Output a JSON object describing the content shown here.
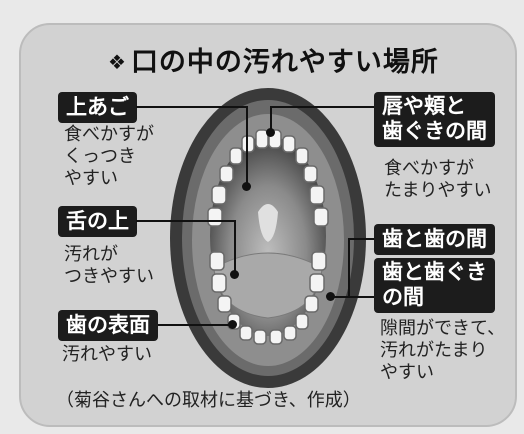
{
  "title": "口の中の汚れやすい場所",
  "title_marker": "❖",
  "labels": {
    "upper_palate": "上あご",
    "upper_palate_desc": [
      "食べかすが",
      "くっつき",
      "やすい"
    ],
    "tongue": "舌の上",
    "tongue_desc": [
      "汚れが",
      "つきやすい"
    ],
    "tooth_surface": "歯の表面",
    "tooth_surface_desc": [
      "汚れやすい"
    ],
    "lips_cheeks": [
      "唇や頬と",
      "歯ぐきの間"
    ],
    "lips_cheeks_desc": [
      "食べかすが",
      "たまりやすい"
    ],
    "between_teeth": "歯と歯の間",
    "teeth_gums": [
      "歯と歯ぐき",
      "の間"
    ],
    "teeth_gums_desc": [
      "隙間ができて、",
      "汚れがたまり",
      "やすい"
    ]
  },
  "note": "（菊谷さんへの取材に基づき、作成）"
}
